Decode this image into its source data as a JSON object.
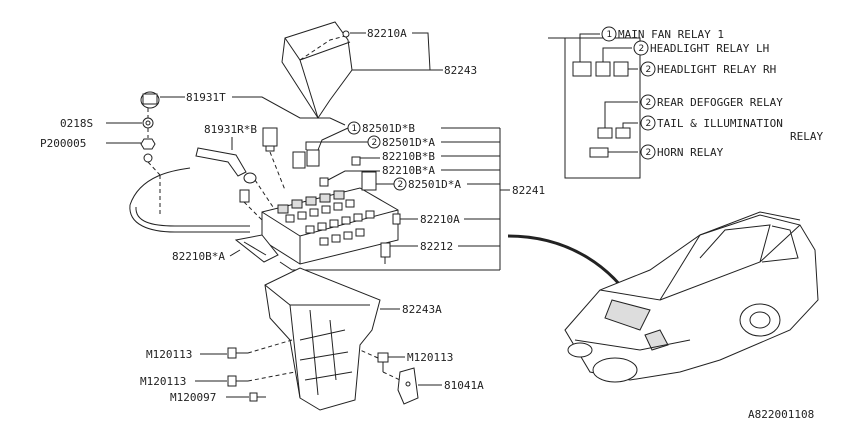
{
  "labels": {
    "p82210A_top": "82210A",
    "p82243": "82243",
    "p81931T": "81931T",
    "p0218S": "0218S",
    "p81931R_B": "81931R*B",
    "pP200005": "P200005",
    "p82501D_B": "82501D*B",
    "p82501D_A1": "82501D*A",
    "p82210B_B": "82210B*B",
    "p82210B_A_r": "82210B*A",
    "p82501D_A2": "82501D*A",
    "p82241": "82241",
    "p82210A_mid": "82210A",
    "p82212": "82212",
    "p82210B_A_l": "82210B*A",
    "p82243A": "82243A",
    "pM120113_l": "M120113",
    "pM120113_r": "M120113",
    "pM120113_l2": "M120113",
    "p81041A": "81041A",
    "pM120097": "M120097"
  },
  "circle_numbers": {
    "one": "1",
    "two": "2"
  },
  "relay_legend": {
    "main_fan": "MAIN FAN RELAY 1",
    "headlight_lh": "HEADLIGHT RELAY LH",
    "headlight_rh": "HEADLIGHT RELAY RH",
    "rear_defogger": "REAR DEFOGGER RELAY",
    "tail_line1": "TAIL & ILLUMINATION",
    "tail_line2": "RELAY",
    "horn": "HORN RELAY"
  },
  "figure_code": "A822001108"
}
